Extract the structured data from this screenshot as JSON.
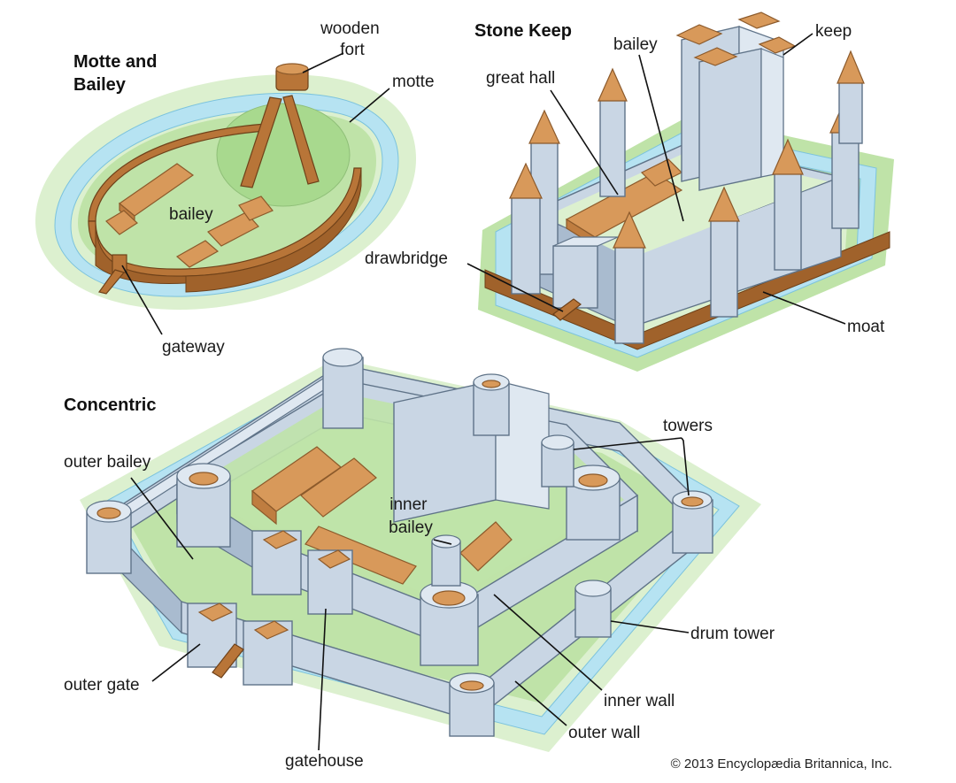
{
  "sections": {
    "motte_title": [
      "Motte and",
      "Bailey"
    ],
    "stone_title": "Stone Keep",
    "concentric_title": "Concentric"
  },
  "labels": {
    "wooden_fort": [
      "wooden",
      "fort"
    ],
    "motte": "motte",
    "bailey_motte": "bailey",
    "gateway": "gateway",
    "bailey_stone": "bailey",
    "keep": "keep",
    "great_hall": "great hall",
    "drawbridge": "drawbridge",
    "moat": "moat",
    "towers": "towers",
    "outer_bailey": "outer bailey",
    "inner_bailey": [
      "inner",
      "bailey"
    ],
    "drum_tower": "drum tower",
    "outer_gate": "outer gate",
    "inner_wall": "inner wall",
    "outer_wall": "outer wall",
    "gatehouse": "gatehouse"
  },
  "credit": "© 2013 Encyclopædia Britannica, Inc."
}
